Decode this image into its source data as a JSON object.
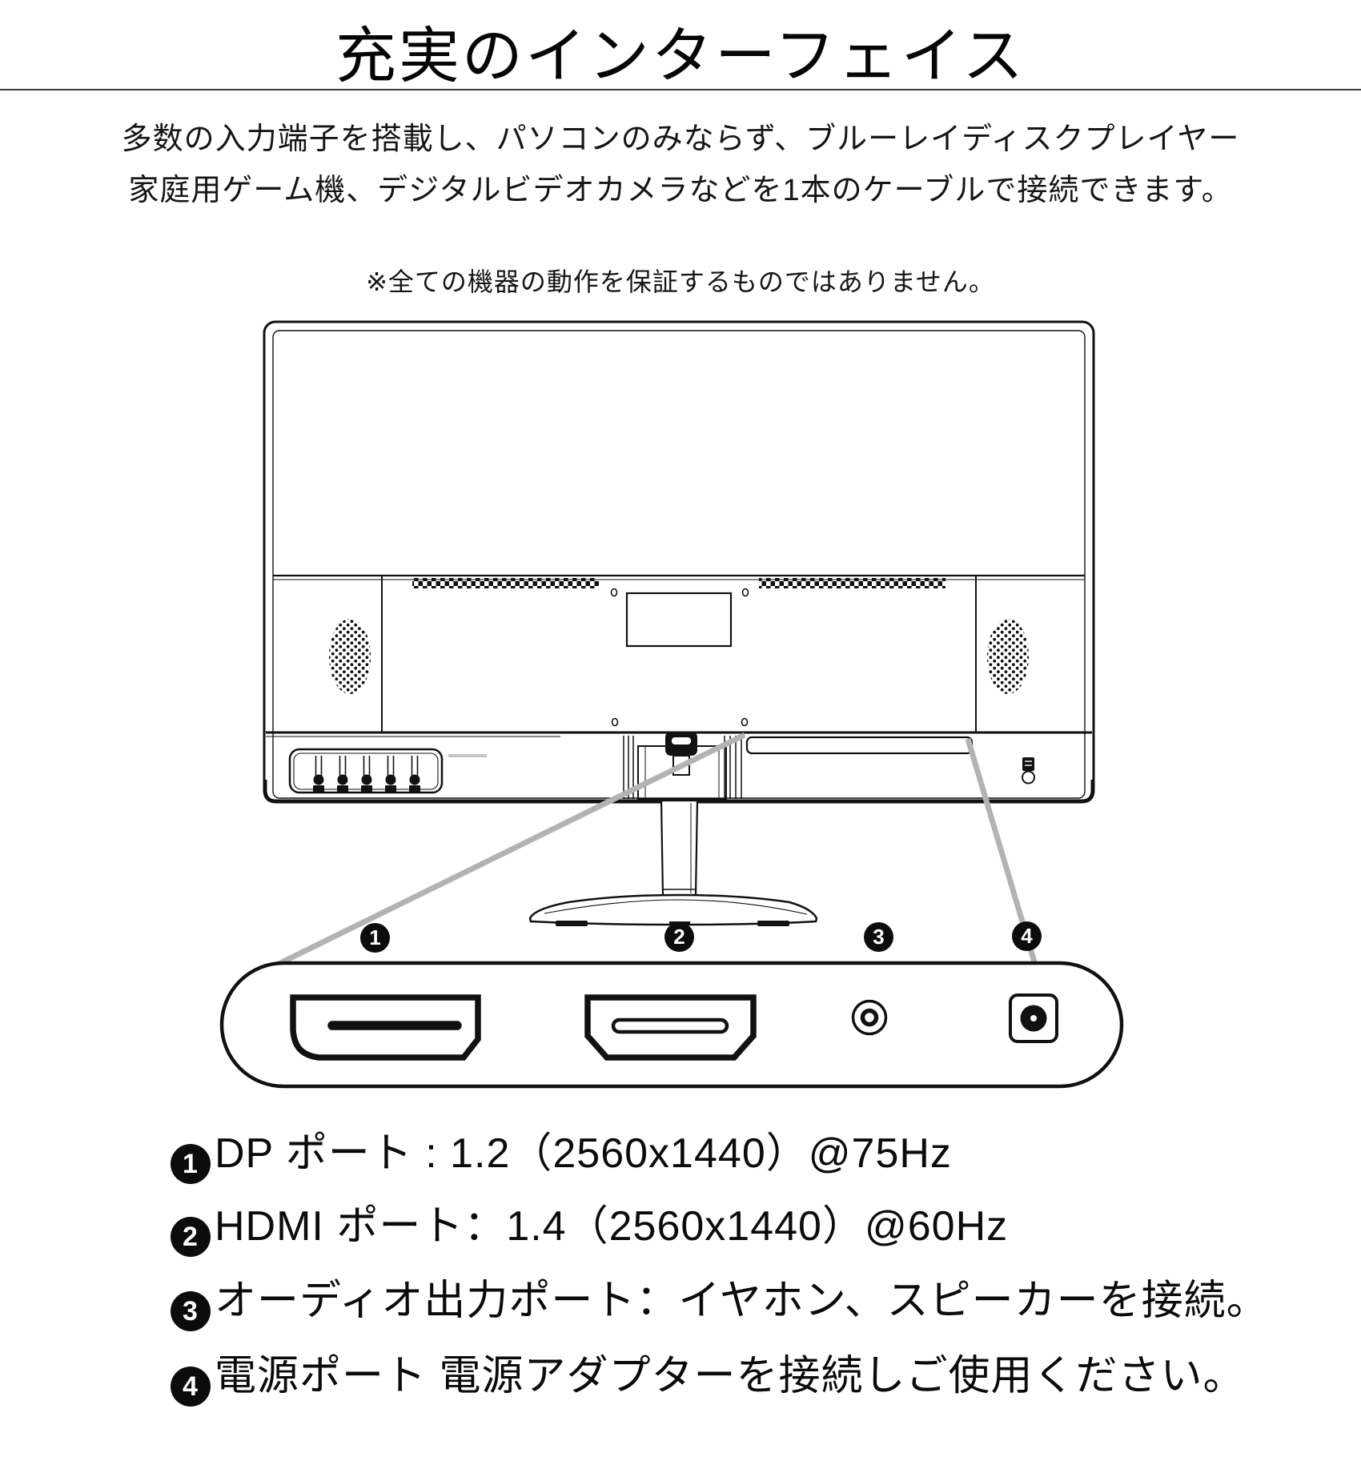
{
  "header": {
    "title": "充実のインターフェイス"
  },
  "intro": {
    "line1": "多数の入力端子を搭載し、パソコンのみならず、ブルーレイディスクプレイヤー",
    "line2": "家庭用ゲーム機、デジタルビデオカメラなどを1本のケーブルで接続できます。"
  },
  "note": "※全ての機器の動作を保証するものではありません。",
  "diagram": {
    "subject": "monitor-rear-view-with-port-strip",
    "callout_badges": [
      "1",
      "2",
      "3",
      "4"
    ],
    "callout_line_color": "#b3b3b3",
    "ink_color": "#111111"
  },
  "ports": [
    {
      "num": "1",
      "icon": "displayport-connector",
      "label": "DP ポート : 1.2（2560x1440）@75Hz"
    },
    {
      "num": "2",
      "icon": "hdmi-connector",
      "label": "HDMI ポート：1.4（2560x1440）@60Hz"
    },
    {
      "num": "3",
      "icon": "audio-jack",
      "label": "オーディオ出力ポート：イヤホン、スピーカーを接続。"
    },
    {
      "num": "4",
      "icon": "dc-power-jack",
      "label": "電源ポート 電源アダプターを接続しご使用ください。"
    }
  ]
}
